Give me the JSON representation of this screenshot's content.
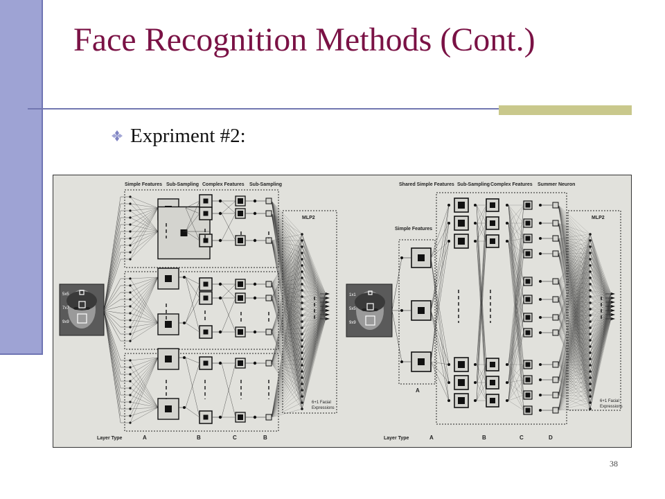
{
  "slide": {
    "title": "Face Recognition Methods (Cont.)",
    "bullet": "Expriment #2:",
    "bullet_icon": "diamond-bullet-icon",
    "page_number": "38"
  },
  "colors": {
    "title": "#7a1245",
    "left_bar": "#9ea3d4",
    "rule": "#7277b0",
    "accent": "#c9c88c",
    "figure_bg": "#e1e1dc"
  },
  "figure": {
    "left": {
      "headers": [
        "Simple Features",
        "Sub-Sampling",
        "Complex Features",
        "Sub-Sampling"
      ],
      "input_labels": [
        "5x5",
        "7x7",
        "9x9"
      ],
      "mlp_label": "MLP2",
      "output_label_lines": [
        "6+1 Facial",
        "Expressions"
      ],
      "layer_type_label": "Layer Type",
      "layer_letters": [
        "A",
        "B",
        "C",
        "B"
      ]
    },
    "right": {
      "headers": [
        "Shared Simple Features",
        "Sub-Sampling",
        "Complex Features",
        "Summer Neuron"
      ],
      "simple_features_label": "Simple Features",
      "input_labels": [
        "1x1",
        "5x5",
        "9x9"
      ],
      "column_a_label": "A",
      "mlp_label": "MLP2",
      "output_label_lines": [
        "6+1 Facial",
        "Expressions"
      ],
      "layer_type_label": "Layer Type",
      "layer_letters": [
        "A",
        "B",
        "C",
        "D"
      ]
    }
  }
}
